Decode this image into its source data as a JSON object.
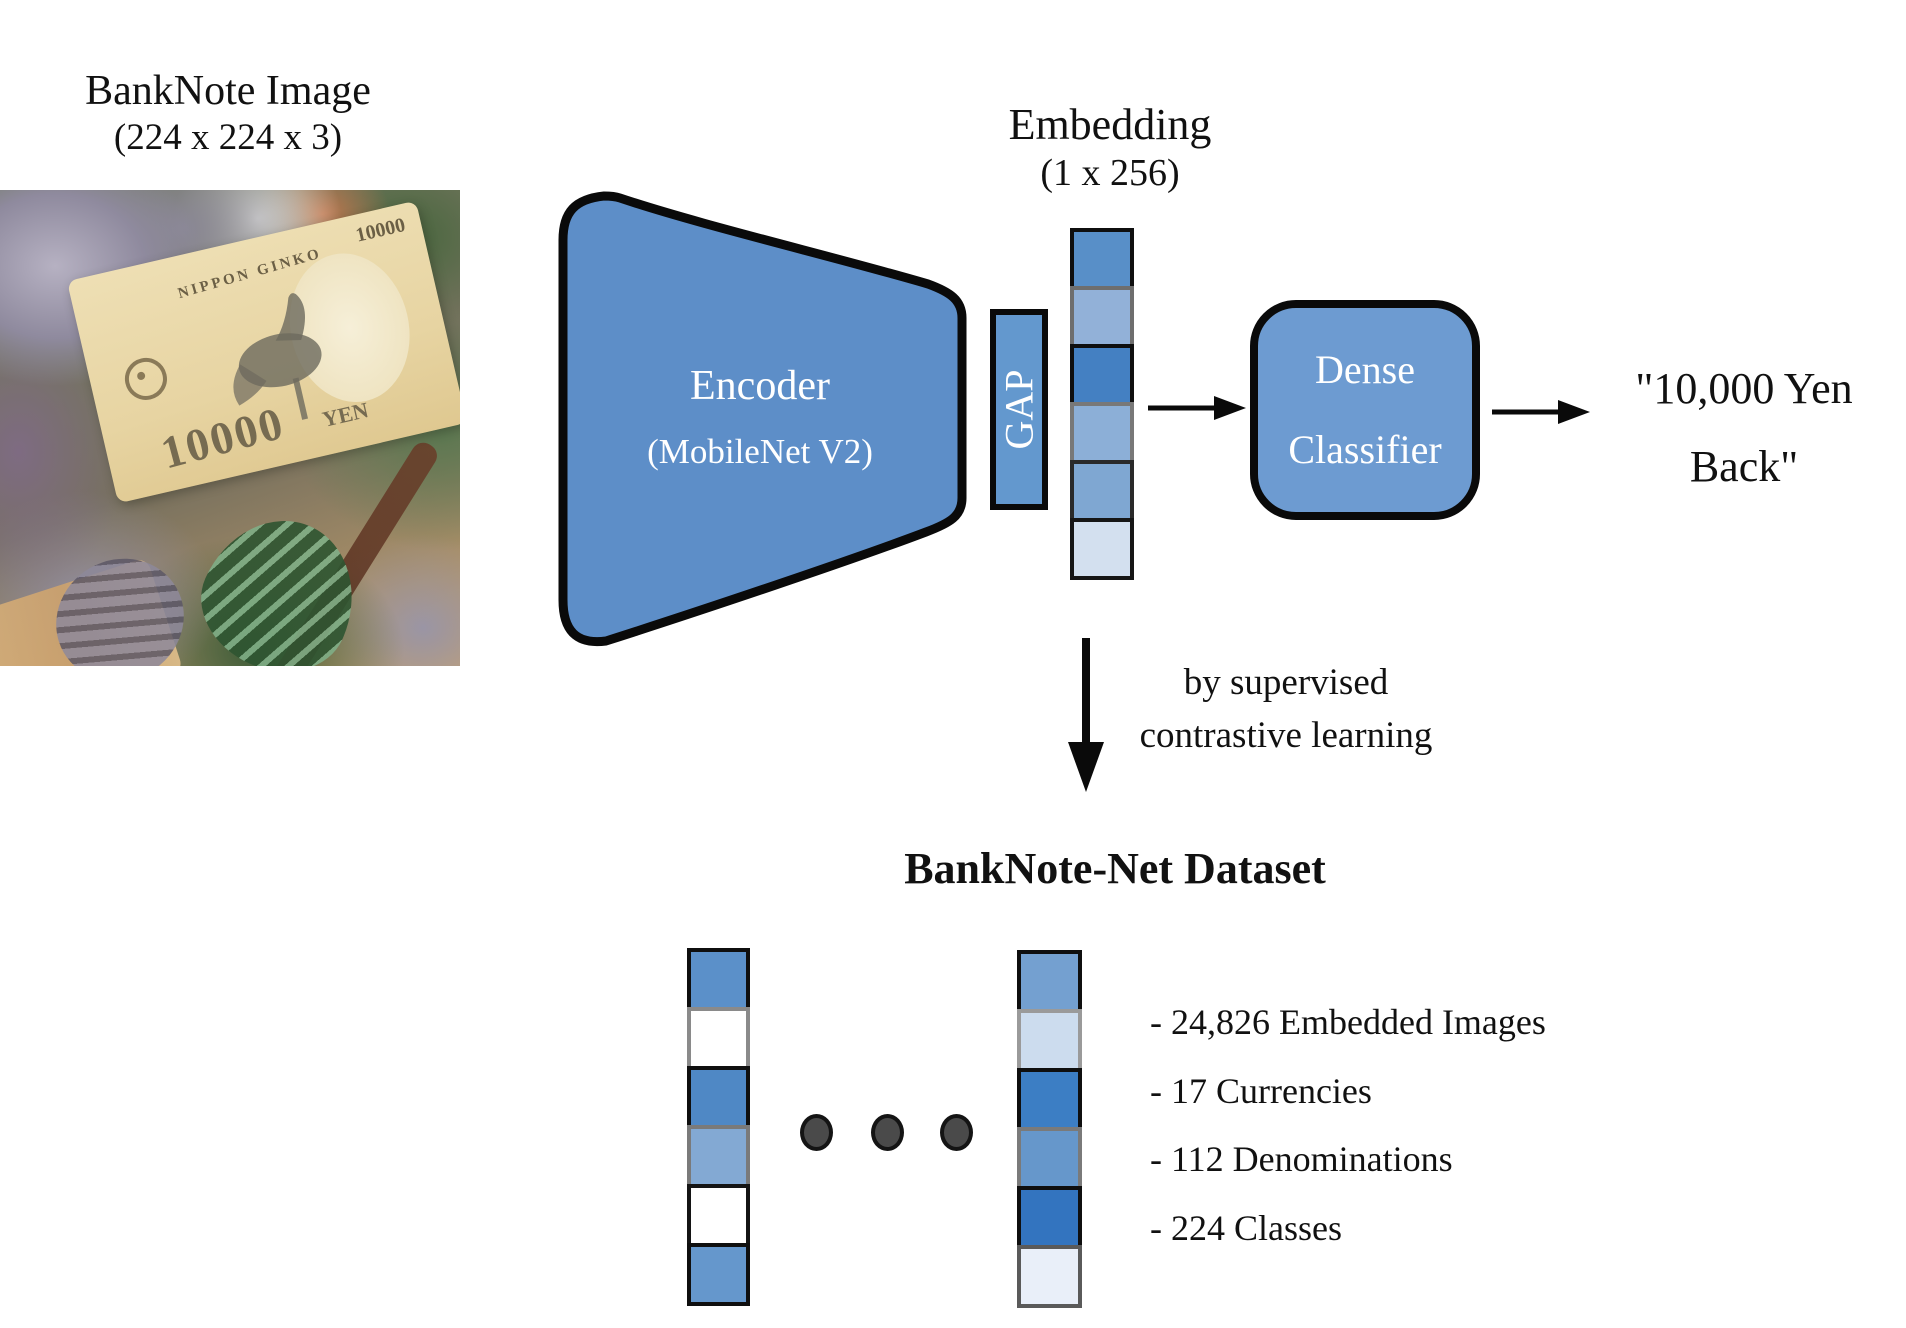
{
  "input": {
    "title": "BankNote Image",
    "dims": "(224 x 224 x 3)",
    "note": {
      "issuer": "NIPPON GINKO",
      "corner_value": "10000",
      "value": "10000",
      "currency": "YEN"
    }
  },
  "encoder": {
    "title": "Encoder",
    "subtitle": "(MobileNet V2)"
  },
  "gap": {
    "label": "GAP"
  },
  "embedding": {
    "title": "Embedding",
    "dims": "(1 x 256)",
    "cells": [
      {
        "fill": "#588fc8",
        "edge": "#0f0f0f"
      },
      {
        "fill": "#92b1d8",
        "edge": "#6e6e6e"
      },
      {
        "fill": "#4480c2",
        "edge": "#0f0f0f"
      },
      {
        "fill": "#8cafd7",
        "edge": "#787878"
      },
      {
        "fill": "#7fa7d2",
        "edge": "#2a2a2a"
      },
      {
        "fill": "#d3e0ef",
        "edge": "#161616"
      }
    ]
  },
  "classifier": {
    "line1": "Dense",
    "line2": "Classifier"
  },
  "output": {
    "line1": "\"10,000 Yen",
    "line2": "Back\""
  },
  "training_note": {
    "line1": "by supervised",
    "line2": "contrastive learning"
  },
  "dataset": {
    "title": "BankNote-Net Dataset",
    "left_column": [
      {
        "fill": "#5b90c9",
        "edge": "#0f0f0f"
      },
      {
        "fill": "#ffffff",
        "edge": "#8a8a8a"
      },
      {
        "fill": "#4f88c5",
        "edge": "#0f0f0f"
      },
      {
        "fill": "#83a9d3",
        "edge": "#7a7a7a"
      },
      {
        "fill": "#ffffff",
        "edge": "#141414"
      },
      {
        "fill": "#6597cc",
        "edge": "#0f0f0f"
      }
    ],
    "right_column": [
      {
        "fill": "#74a0d0",
        "edge": "#0f0f0f"
      },
      {
        "fill": "#ccdcee",
        "edge": "#9a9a9a"
      },
      {
        "fill": "#3c7ec4",
        "edge": "#0f0f0f"
      },
      {
        "fill": "#6697cb",
        "edge": "#7a7a7a"
      },
      {
        "fill": "#3374bf",
        "edge": "#0f0f0f"
      },
      {
        "fill": "#e9eff9",
        "edge": "#5a5a5a"
      }
    ],
    "stats": [
      "- 24,826 Embedded Images",
      "- 17 Currencies",
      "- 112 Denominations",
      "- 224 Classes"
    ]
  },
  "colors": {
    "encoder_fill": "#5d8ec8",
    "gap_fill": "#6398ce",
    "classifier_fill": "#6d9bd1",
    "outline": "#0a0a0a",
    "dot_fill": "#4a4a4a"
  }
}
